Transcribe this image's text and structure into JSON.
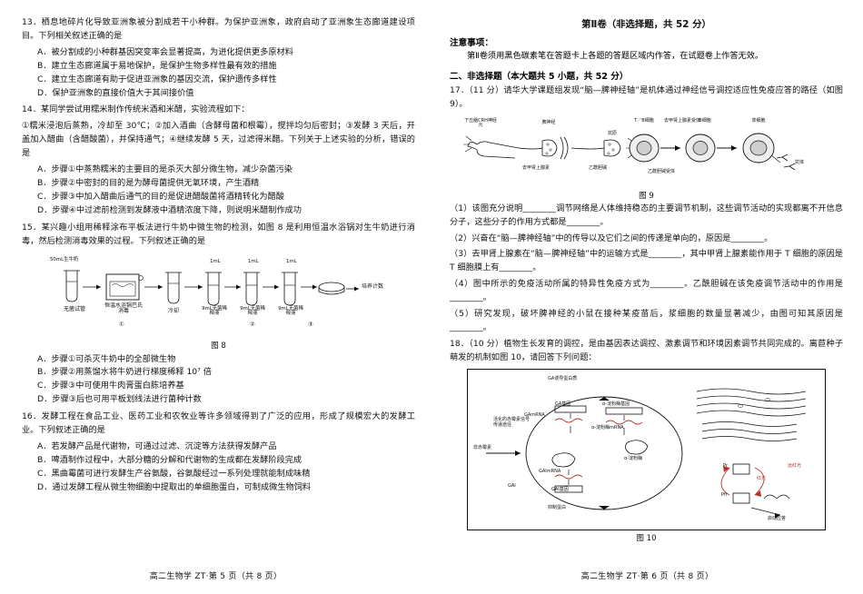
{
  "document": {
    "left_page": {
      "footer": "高二生物学 ZT·第 5 页（共 8 页）",
      "questions": [
        {
          "number": "13．",
          "stem": "栖息地碎片化导致亚洲象被分割成若干小种群。为保护亚洲象，政府启动了亚洲象生态廊道建设项目。下列相关叙述正确的是",
          "options": [
            "A．被分割成的小种群基因突变率会显著提高，为进化提供更多原材料",
            "B．建立生态廊道属于易地保护，是保护生物多样性最有效的措施",
            "C．建立生态廊道有助于促进亚洲象的基因交流，保护遗传多样性",
            "D．保护亚洲象的直接价值大于其间接价值"
          ]
        },
        {
          "number": "14．",
          "stem": "某同学尝试用糯米制作传统米酒和米醋，实验流程如下：",
          "body": [
            "①糯米浸泡后蒸熟，冷却至 30℃；②加入酒曲（含酵母菌和根霉），搅拌均匀后密封；③发酵 3 天后，开盖加入醋曲（含醋酸菌），并保持通气；④继续发酵 5 天，过滤得米醋。下列关于上述实验的分析，错误的是"
          ],
          "options": [
            "A．步骤①中蒸熟糯米的主要目的是杀灭大部分微生物，减少杂菌污染",
            "B．步骤②中密封的目的是为酵母菌提供无氧环境，产生酒精",
            "C．步骤③中加入醋曲后通气的目的是促进醋酸菌将酒精转化为醋酸",
            "D．步骤④中过滤前检测到发酵液中酒精浓度下降，则说明米醋制作成功"
          ]
        },
        {
          "number": "15．",
          "stem": "某兴趣小组用稀释涂布平板法进行牛奶中微生物的检测，如图 8 是利用恒温水浴锅对生牛奶进行消毒，然后检测消毒效果的过程。下列叙述正确的是",
          "figure": {
            "caption": "图 8",
            "labels": [
              "50mL生牛奶",
              "1mL",
              "1mL",
              "1mL",
              "培养计数",
              "无菌试管",
              "恒温水浴锅巴氏消毒",
              "冷却",
              "9mL无菌稀释液",
              "9mL无菌稀释液",
              "9mL无菌稀释液",
              "①",
              "②",
              "③"
            ]
          },
          "options": [
            "A．步骤①可杀灭牛奶中的全部微生物",
            "B．步骤②用蒸馏水将牛奶进行梯度稀释 10⁷ 倍",
            "C．步骤③中可使用牛肉膏蛋白胨培养基",
            "D．步骤③后也可用平板划线法进行菌种计数"
          ]
        },
        {
          "number": "16．",
          "stem": "发酵工程在食品工业、医药工业和农牧业等许多领域得到了广泛的应用，形成了规模宏大的发酵工业。下列叙述正确的是",
          "options": [
            "A．若发酵产品是代谢物，可通过过滤、沉淀等方法获得发酵产品",
            "B．啤酒制作过程中，大部分糖的分解和代谢物的生成都在发酵阶段完成",
            "C．黑曲霉菌可进行发酵生产谷氨酸，谷氨酸经过一系列处理就能制成味精",
            "D．通过发酵工程从微生物细胞中提取出的单细胞蛋白，可制成微生物饲料"
          ]
        }
      ]
    },
    "right_page": {
      "footer": "高二生物学 ZT·第 6 页（共 8 页）",
      "section_head": "第Ⅱ卷（非选择题，共 52 分）",
      "notice_title": "注意事项：",
      "notice_body": "第Ⅱ卷须用黑色碳素笔在答题卡上各题的答题区域内作答，在试题卷上作答无效。",
      "subsection_head": "二、非选择题（本大题共 5 小题，共 52 分）",
      "questions": [
        {
          "number": "17．（11 分）",
          "stem": "请华大学课题组发现“脑—脾神经轴”是机体通过神经信号调控适应性免疫应答的路径（如图 9）。",
          "figure": {
            "caption": "图 9",
            "labels": [
              "下丘脑CRH神经元",
              "脾神经",
              "T／B细胞",
              "去甲肾上腺素受体",
              "抗原",
              "乙酰胆碱受体",
              "B细胞",
              "浆细胞",
              "去甲肾上腺素",
              "乙酰胆碱",
              "抗体"
            ]
          },
          "subquestions": [
            "（1）该图充分说明________调节网络是人体维持稳态的主要调节机制，这些调节活动的实现都离不开信息分子，这些分子的作用方式都是________。",
            "（2）兴奋在“脑—脾神经轴”中的传导以及它们之间的传递是单向的，原因是________。",
            "（3）去甲肾上腺素在“脑—脾神经轴”中的运输方式是________，其中甲肾上腺素能作用于 T 细胞的原因是 T 细胞膜上有________。",
            "（4）图中所示的免疫活动所属的特异性免疫方式为________。乙酰胆碱在该免疫调节活动中的作用是________。",
            "（5）研究发现，破坏脾神经的小鼠在接种某疫苗后，浆细胞的数量显著减少，由图可知其原因是________。"
          ]
        },
        {
          "number": "18．（10 分）",
          "stem": "植物生长发育的调控，是由基因表达调控、激素调节和环境因素调节共同完成的。离苣种子萌发的机制如图 10，请回答下列问题：",
          "figure": {
            "caption": "图 10",
            "labels": [
              "GA诱导蛋白质",
              "GAmRNA",
              "GA基因",
              "α-淀粉酶基因",
              "α-淀粉酶mRNA",
              "α-淀粉酶",
              "GAImRNA",
              "GAI基因",
              "抑制蛋白",
              "活化的赤霉素信号传递途径",
              "GAI",
              "非赤霉素",
              "Pr",
              "Pfr",
              "远红光",
              "红光",
              "启动应答"
            ]
          }
        }
      ]
    }
  }
}
